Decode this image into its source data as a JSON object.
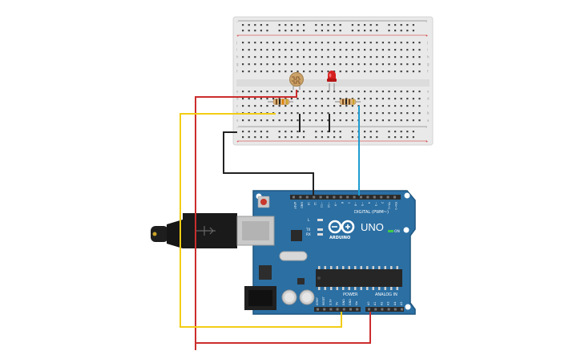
{
  "board": {
    "brand": "ARDUINO",
    "model": "UNO",
    "on_label": "ON",
    "digital_label": "DIGITAL (PWM~)",
    "power_label": "POWER",
    "analog_label": "ANALOG IN",
    "led_labels": [
      "L",
      "TX",
      "RX"
    ],
    "top_header_labels": [
      "AREF",
      "GND",
      "13",
      "12",
      "~11",
      "~10",
      "~9",
      "8",
      "7",
      "~6",
      "~5",
      "4",
      "~3",
      "2",
      "TX→1",
      "RX←0"
    ],
    "power_header_labels": [
      "IOREF",
      "RESET",
      "3.3V",
      "5V",
      "GND",
      "GND",
      "Vin"
    ],
    "analog_header_labels": [
      "A0",
      "A1",
      "A2",
      "A3",
      "A4",
      "A5"
    ]
  },
  "breadboard": {
    "row_letters_top": [
      "j",
      "i",
      "h",
      "g",
      "f"
    ],
    "row_letters_bottom": [
      "e",
      "d",
      "c",
      "b",
      "a"
    ]
  },
  "colors": {
    "board": "#2b6fa3",
    "board_edge": "#1f5680",
    "breadboard": "#e9e9e9",
    "wire_red": "#cc2d2d",
    "wire_yellow": "#f2cd15",
    "wire_black": "#222222",
    "wire_blue": "#1e9bd1",
    "led": "#d62020"
  },
  "icons": {
    "logo": "arduino-infinity-icon",
    "usb": "usb-connector-icon",
    "reset": "reset-button-icon"
  }
}
